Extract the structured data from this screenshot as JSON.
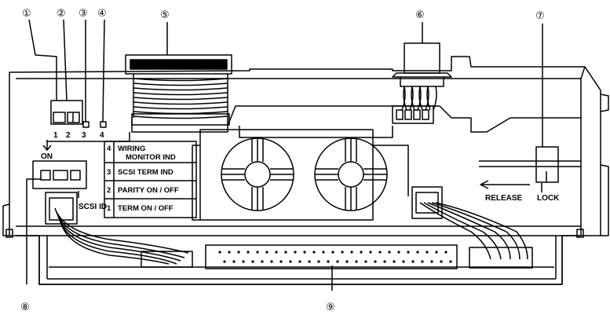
{
  "callouts": [
    {
      "id": "1",
      "glyph": "①"
    },
    {
      "id": "2",
      "glyph": "②"
    },
    {
      "id": "3",
      "glyph": "③"
    },
    {
      "id": "4",
      "glyph": "④"
    },
    {
      "id": "5",
      "glyph": "⑤"
    },
    {
      "id": "6",
      "glyph": "⑥"
    },
    {
      "id": "7",
      "glyph": "⑦"
    },
    {
      "id": "8",
      "glyph": "⑧"
    },
    {
      "id": "9",
      "glyph": "⑨"
    }
  ],
  "dip_switch": {
    "on_label": "ON",
    "numbers": [
      "1",
      "2",
      "3",
      "4"
    ]
  },
  "indicator_legend": [
    {
      "num": "4",
      "line1": "WIRING",
      "line2": "MONITOR  IND"
    },
    {
      "num": "3",
      "line1": "SCSI TERM  IND"
    },
    {
      "num": "2",
      "line1": "PARITY ON / OFF"
    },
    {
      "num": "1",
      "line1": "TERM  ON / OFF"
    }
  ],
  "scsi_id_label": "SCSI ID",
  "release_label": "RELEASE",
  "lock_label": "LOCK"
}
